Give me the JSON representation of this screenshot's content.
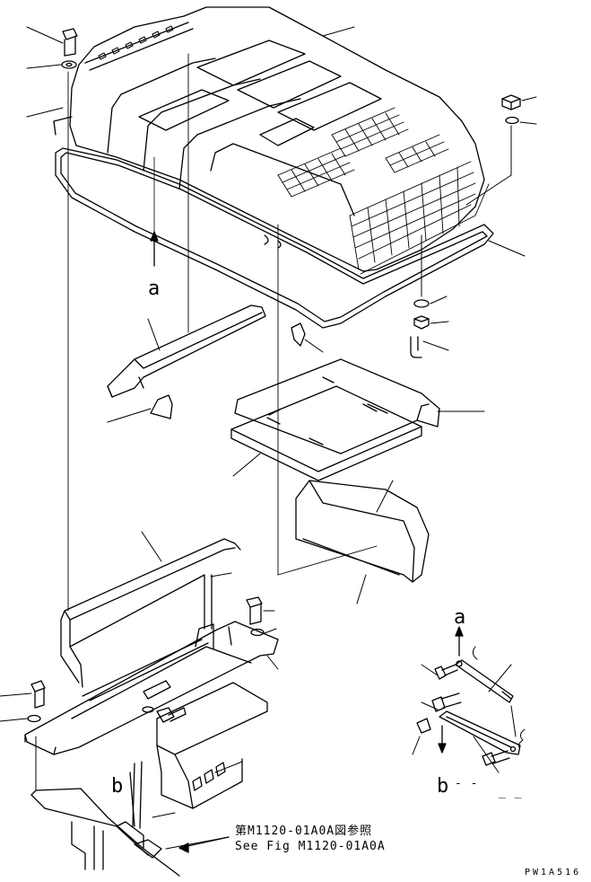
{
  "labels": {
    "arrow_a_top": "a",
    "arrow_a_right": "a",
    "arrow_b_right": "b",
    "arrow_b_right_suffix": "- -",
    "arrow_b_left": "b",
    "dash_marks": "_ _"
  },
  "reference": {
    "japanese": "第M1120-01A0A図参照",
    "english": "See Fig M1120-01A0A"
  },
  "drawing_code": "PW1A516",
  "colors": {
    "line": "#000000",
    "background": "#ffffff"
  }
}
